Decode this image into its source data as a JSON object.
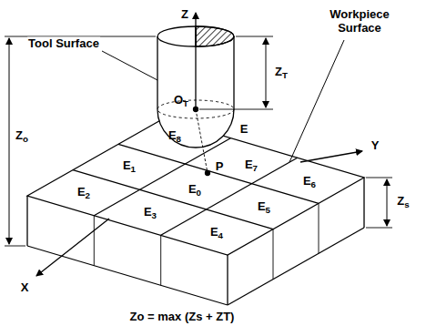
{
  "diagram": {
    "caption": "Zo = max (Zs + ZT)",
    "labels": [
      "Z",
      "Tool Surface",
      "Workpiece Surface",
      "OT",
      "ZT",
      "E8",
      "E",
      "P",
      "E1",
      "E0",
      "E7",
      "E6",
      "Zo",
      "E2",
      "E3",
      "E5",
      "E4",
      "Y",
      "Zs",
      "X"
    ]
  }
}
